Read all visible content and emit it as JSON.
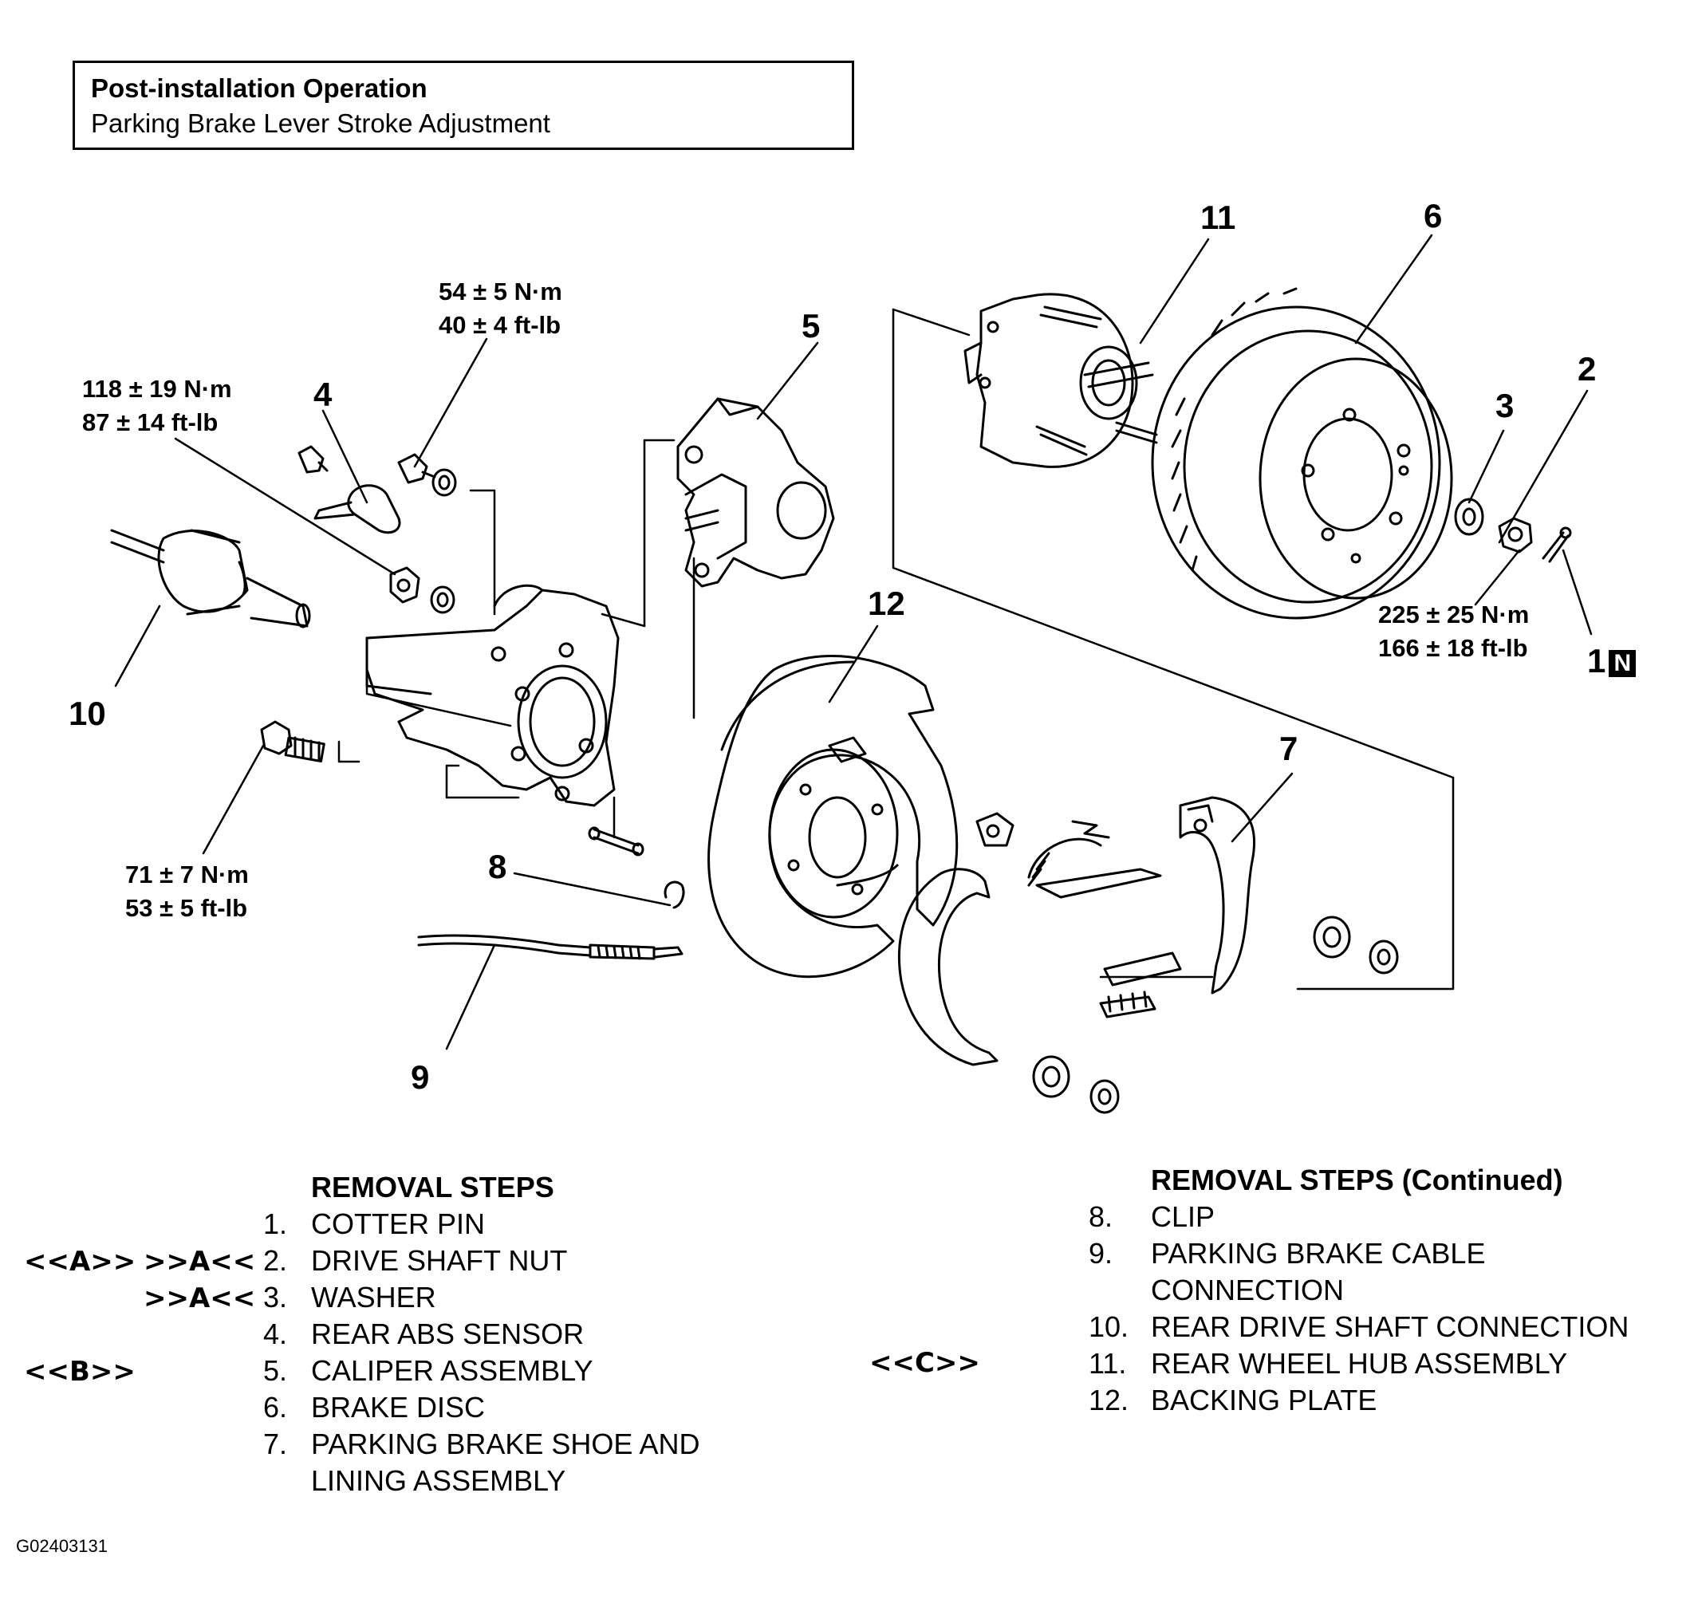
{
  "header": {
    "title": "Post-installation Operation",
    "subtitle": "Parking Brake Lever Stroke Adjustment"
  },
  "callouts": {
    "c1": "1",
    "c1_badge": "N",
    "c2": "2",
    "c3": "3",
    "c4": "4",
    "c5": "5",
    "c6": "6",
    "c7": "7",
    "c8": "8",
    "c9": "9",
    "c10": "10",
    "c11": "11",
    "c12": "12"
  },
  "torques": {
    "caliper_bolt": [
      "54 ± 5 N·m",
      "40 ± 4 ft-lb"
    ],
    "knuckle_nut": [
      "118 ± 19 N·m",
      "87 ± 14 ft-lb"
    ],
    "lower_bolt": [
      "71 ± 7 N·m",
      "53 ± 5 ft-lb"
    ],
    "drive_shaft_nut": [
      "225 ± 25 N·m",
      "166 ± 18 ft-lb"
    ]
  },
  "removal_steps": {
    "heading": "REMOVAL STEPS",
    "heading_continued": "REMOVAL STEPS (Continued)",
    "left": [
      {
        "num": "1.",
        "text": "COTTER PIN",
        "ref1": "",
        "ref2": ""
      },
      {
        "num": "2.",
        "text": "DRIVE SHAFT NUT",
        "ref1": "<<A>>",
        "ref2": ">>A<<"
      },
      {
        "num": "3.",
        "text": "WASHER",
        "ref1": "",
        "ref2": ">>A<<"
      },
      {
        "num": "4.",
        "text": "REAR ABS SENSOR",
        "ref1": "",
        "ref2": ""
      },
      {
        "num": "5.",
        "text": "CALIPER ASSEMBLY",
        "ref1": "<<B>>",
        "ref2": ""
      },
      {
        "num": "6.",
        "text": "BRAKE DISC",
        "ref1": "",
        "ref2": ""
      },
      {
        "num": "7.",
        "text": "PARKING BRAKE SHOE AND",
        "ref1": "",
        "ref2": ""
      },
      {
        "num": "",
        "text": "LINING ASSEMBLY",
        "ref1": "",
        "ref2": ""
      }
    ],
    "right": [
      {
        "num": "8.",
        "text": "CLIP",
        "ref": ""
      },
      {
        "num": "9.",
        "text": "PARKING BRAKE CABLE",
        "ref": ""
      },
      {
        "num": "",
        "text": "CONNECTION",
        "ref": ""
      },
      {
        "num": "10.",
        "text": "REAR DRIVE SHAFT CONNECTION",
        "ref": ""
      },
      {
        "num": "11.",
        "text": "REAR WHEEL HUB ASSEMBLY",
        "ref": "<<C>>"
      },
      {
        "num": "12.",
        "text": "BACKING PLATE",
        "ref": ""
      }
    ]
  },
  "figure_code": "G02403131"
}
